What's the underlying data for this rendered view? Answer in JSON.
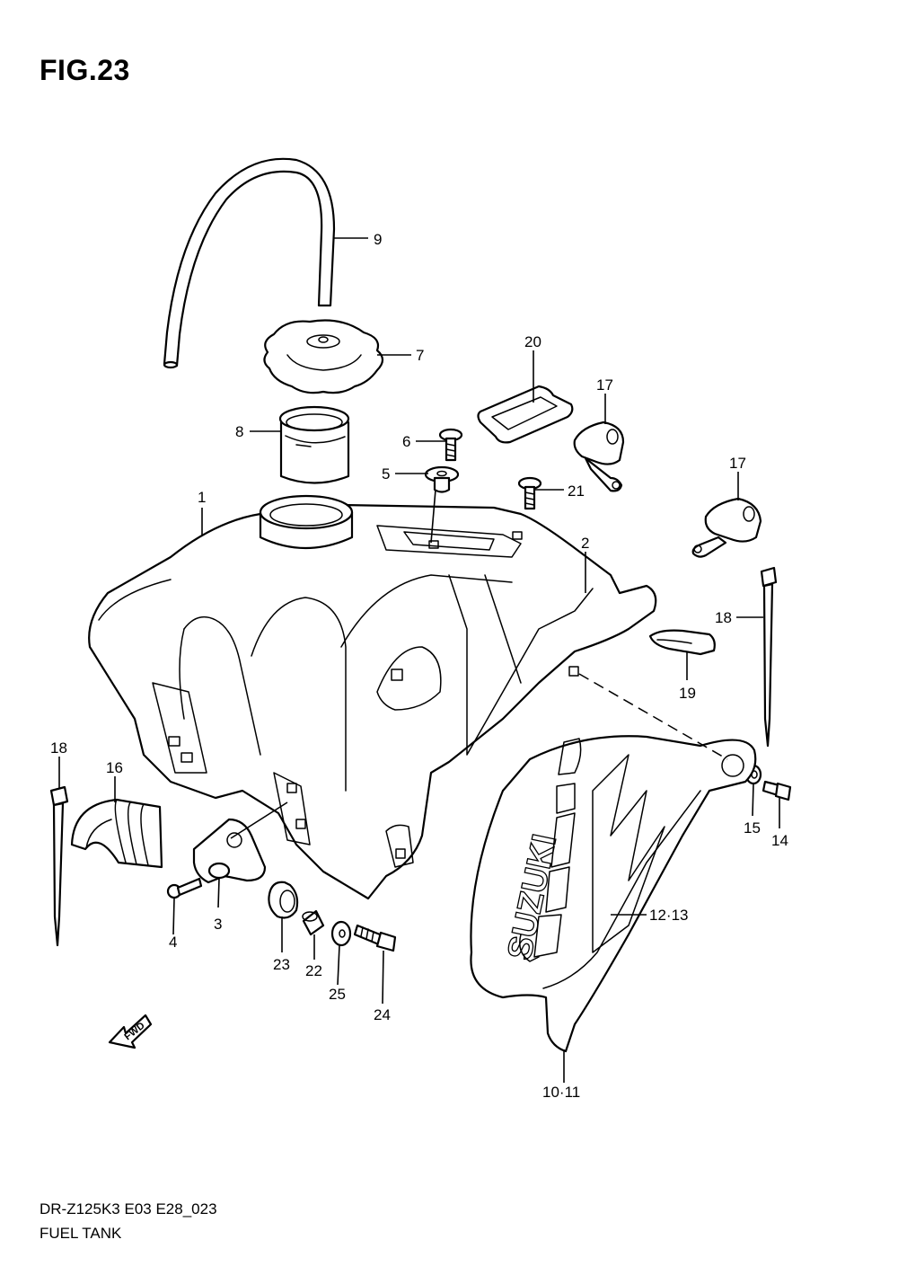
{
  "figure": {
    "title": "FIG.23"
  },
  "callouts": {
    "c1": "1",
    "c2": "2",
    "c3": "3",
    "c4": "4",
    "c5": "5",
    "c6": "6",
    "c7": "7",
    "c8": "8",
    "c9": "9",
    "c10_11": "10·11",
    "c12_13": "12·13",
    "c14": "14",
    "c15": "15",
    "c16": "16",
    "c17a": "17",
    "c17b": "17",
    "c18a": "18",
    "c18b": "18",
    "c19": "19",
    "c20": "20",
    "c21": "21",
    "c22": "22",
    "c23": "23",
    "c24": "24",
    "c25": "25"
  },
  "logo": {
    "brand": "SUZUKI",
    "fwd": "FWD"
  },
  "footer": {
    "model_code": "DR-Z125K3 E03 E28_023",
    "caption": "FUEL TANK"
  }
}
